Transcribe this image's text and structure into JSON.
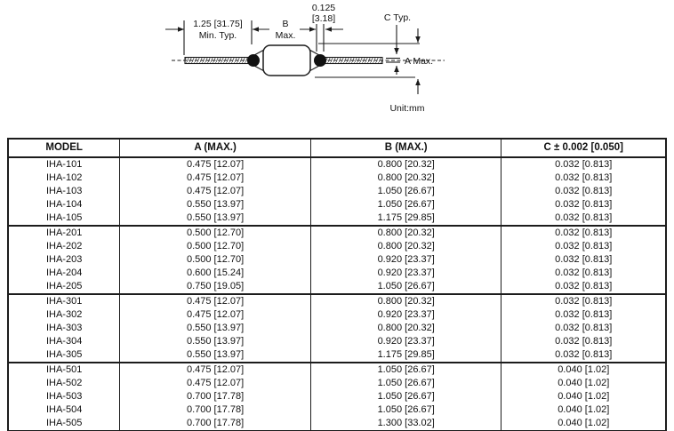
{
  "diagram": {
    "lead_length_dim": "1.25 [31.75]",
    "lead_length_qualifier": "Min. Typ.",
    "body_length_dim": "B",
    "body_length_qualifier": "Max.",
    "bead_dim": "0.125",
    "bead_dim_metric": "[3.18]",
    "lead_dia_label": "C Typ.",
    "body_dia_label": "A Max.",
    "unit_label": "Unit:mm",
    "line_color": "#1c1c1c"
  },
  "table": {
    "headers": [
      "MODEL",
      "A (MAX.)",
      "B (MAX.)",
      "C ± 0.002 [0.050]"
    ],
    "groups": [
      {
        "rows": [
          [
            "IHA-101",
            "0.475 [12.07]",
            "0.800 [20.32]",
            "0.032 [0.813]"
          ],
          [
            "IHA-102",
            "0.475 [12.07]",
            "0.800 [20.32]",
            "0.032 [0.813]"
          ],
          [
            "IHA-103",
            "0.475 [12.07]",
            "1.050 [26.67]",
            "0.032 [0.813]"
          ],
          [
            "IHA-104",
            "0.550 [13.97]",
            "1.050 [26.67]",
            "0.032 [0.813]"
          ],
          [
            "IHA-105",
            "0.550 [13.97]",
            "1.175 [29.85]",
            "0.032 [0.813]"
          ]
        ]
      },
      {
        "rows": [
          [
            "IHA-201",
            "0.500 [12.70]",
            "0.800 [20.32]",
            "0.032 [0.813]"
          ],
          [
            "IHA-202",
            "0.500 [12.70]",
            "0.800 [20.32]",
            "0.032 [0.813]"
          ],
          [
            "IHA-203",
            "0.500 [12.70]",
            "0.920 [23.37]",
            "0.032 [0.813]"
          ],
          [
            "IHA-204",
            "0.600 [15.24]",
            "0.920 [23.37]",
            "0.032 [0.813]"
          ],
          [
            "IHA-205",
            "0.750 [19.05]",
            "1.050 [26.67]",
            "0.032 [0.813]"
          ]
        ]
      },
      {
        "rows": [
          [
            "IHA-301",
            "0.475 [12.07]",
            "0.800 [20.32]",
            "0.032 [0.813]"
          ],
          [
            "IHA-302",
            "0.475 [12.07]",
            "0.920 [23.37]",
            "0.032 [0.813]"
          ],
          [
            "IHA-303",
            "0.550 [13.97]",
            "0.800 [20.32]",
            "0.032 [0.813]"
          ],
          [
            "IHA-304",
            "0.550 [13.97]",
            "0.920 [23.37]",
            "0.032 [0.813]"
          ],
          [
            "IHA-305",
            "0.550 [13.97]",
            "1.175 [29.85]",
            "0.032 [0.813]"
          ]
        ]
      },
      {
        "rows": [
          [
            "IHA-501",
            "0.475 [12.07]",
            "1.050 [26.67]",
            "0.040 [1.02]"
          ],
          [
            "IHA-502",
            "0.475 [12.07]",
            "1.050 [26.67]",
            "0.040 [1.02]"
          ],
          [
            "IHA-503",
            "0.700 [17.78]",
            "1.050 [26.67]",
            "0.040 [1.02]"
          ],
          [
            "IHA-504",
            "0.700 [17.78]",
            "1.050 [26.67]",
            "0.040 [1.02]"
          ],
          [
            "IHA-505",
            "0.700 [17.78]",
            "1.300 [33.02]",
            "0.040 [1.02]"
          ]
        ]
      }
    ]
  }
}
